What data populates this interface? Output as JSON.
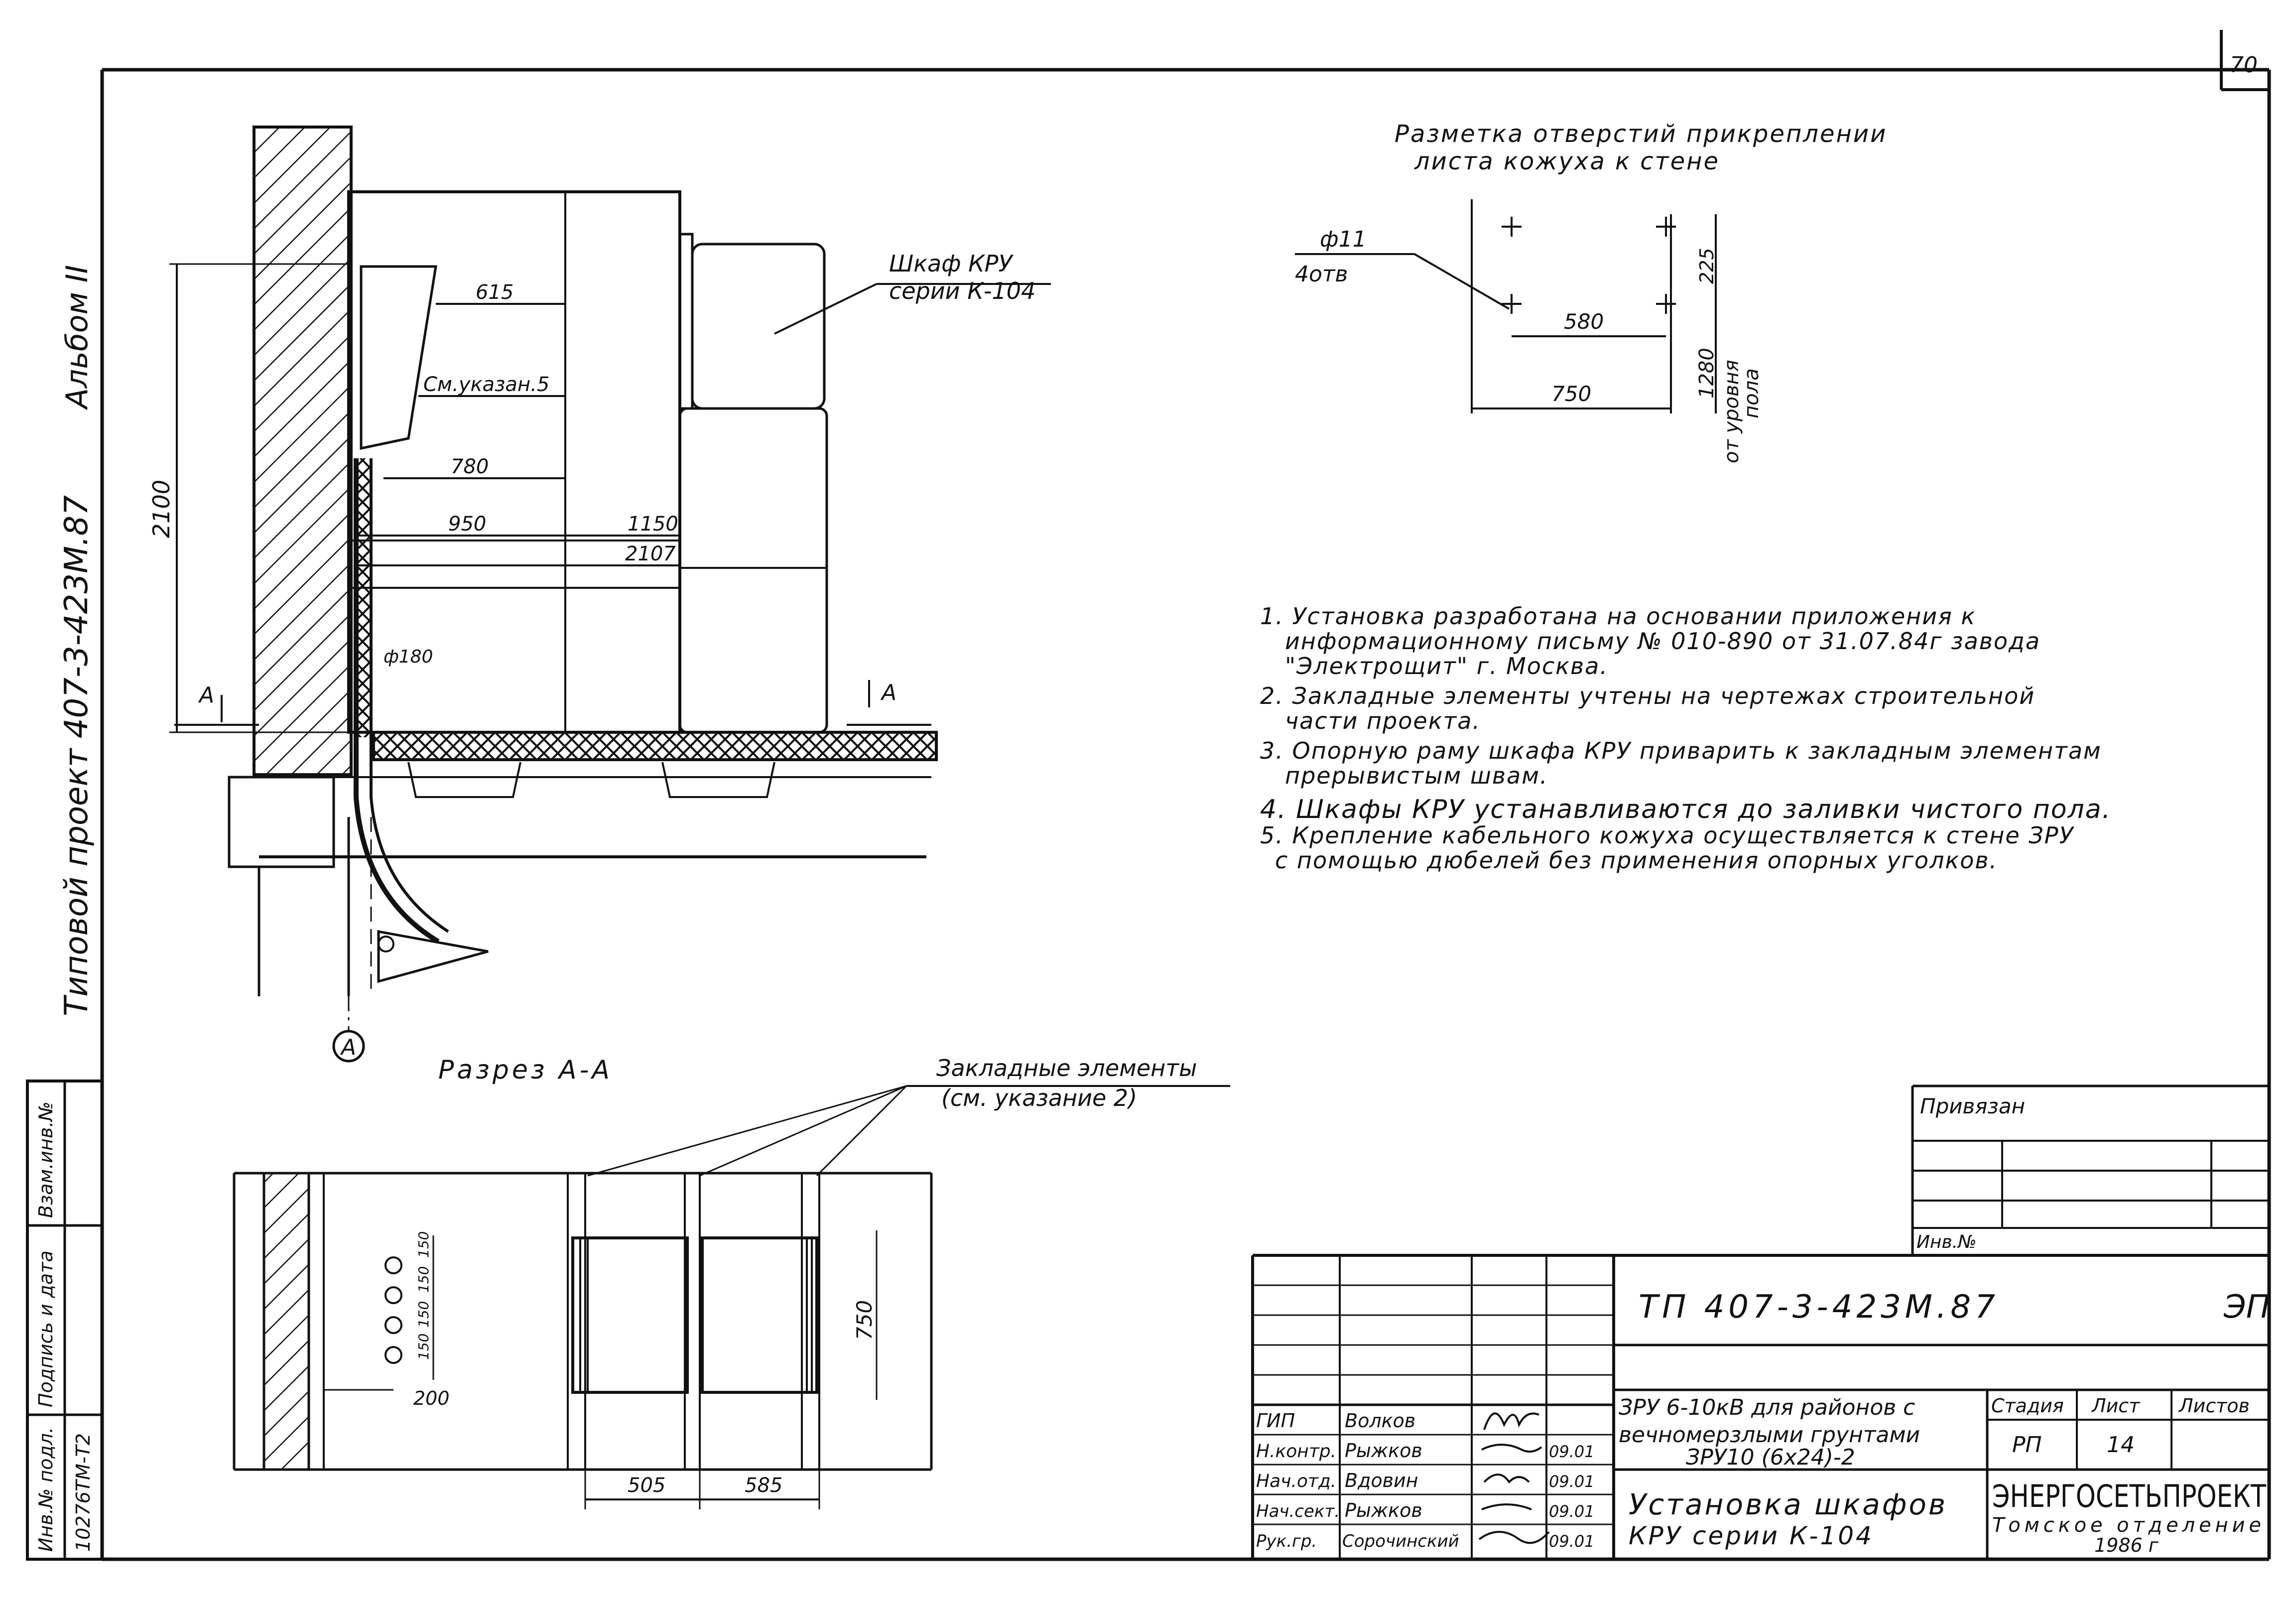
{
  "sheet_number": "70",
  "side_strip": {
    "album": "Альбом II",
    "project": "Типовой проект 407-3-423М.87"
  },
  "left_stamp": {
    "col1": "Инв.№ подл.",
    "col1_value": "10276ТМ-Т2",
    "col2": "Подпись и дата",
    "col3": "Взам.инв.№"
  },
  "elevation": {
    "cabinet_label_1": "Шкаф КРУ",
    "cabinet_label_2": "серии К-104",
    "dim_615": "615",
    "dim_780": "780",
    "dim_950": "950",
    "dim_1150": "1150",
    "dim_2107": "2107",
    "dim_2100": "2100",
    "dim_phi180": "ф180",
    "see_note": "См.указан.5",
    "section_mark": "А",
    "axis_label": "А"
  },
  "holes": {
    "title_1": "Разметка отверстий прикреплении",
    "title_2": "листа кожуха к стене",
    "hole_spec_1": "ф11",
    "hole_spec_2": "4отв",
    "dim_225": "225",
    "dim_580": "580",
    "dim_750": "750",
    "dim_1280": "1280",
    "floor_1": "от уровня",
    "floor_2": "пола"
  },
  "notes": [
    "1. Установка разработана на основании приложения к",
    "информационному письму № 010-890 от 31.07.84г завода",
    "\"Электрощит\" г. Москва.",
    "2. Закладные элементы учтены на чертежах строительной",
    "части проекта.",
    "3. Опорную раму шкафа КРУ приварить к закладным элементам",
    "прерывистым швам.",
    "4. Шкафы КРУ устанавливаются до заливки чистого пола.",
    "5. Крепление кабельного кожуха осуществляется к стене ЗРУ",
    "с помощью дюбелей без применения опорных уголков."
  ],
  "section": {
    "title": "Разрез А-А",
    "embedded_1": "Закладные элементы",
    "embedded_2": "(см. указание 2)",
    "dim_505": "505",
    "dim_585": "585",
    "dim_750": "750",
    "dim_200": "200",
    "dim_150a": "150",
    "dim_150b": "150",
    "dim_150c": "150",
    "dim_150d": "150"
  },
  "title_block": {
    "privyazan": "Привязан",
    "inv_no": "Инв.№",
    "code": "ТП 407-3-423М.87",
    "mark": "ЭП",
    "roles": [
      "ГИП",
      "Н.контр.",
      "Нач.отд.",
      "Нач.сект.",
      "Рук.гр."
    ],
    "names": [
      "Волков",
      "Рыжков",
      "Вдовин",
      "Рыжков",
      "Сорочинский"
    ],
    "dates": [
      "",
      "09.01",
      "09.01",
      "09.01",
      "09.01"
    ],
    "object_1": "ЗРУ 6-10кВ для районов с",
    "object_2": "вечномерзлыми грунтами",
    "object_3": "ЗРУ10 (6х24)-2",
    "stage_h": "Стадия",
    "sheet_h": "Лист",
    "sheets_h": "Листов",
    "stage": "РП",
    "sheet": "14",
    "drawing_title_1": "Установка шкафов",
    "drawing_title_2": "КРУ серии К-104",
    "org": "ЭНЕРГОСЕТЬПРОЕКТ",
    "dept": "Томское отделение",
    "year": "1986 г"
  },
  "colors": {
    "ink": "#111111",
    "paper": "#ffffff"
  }
}
